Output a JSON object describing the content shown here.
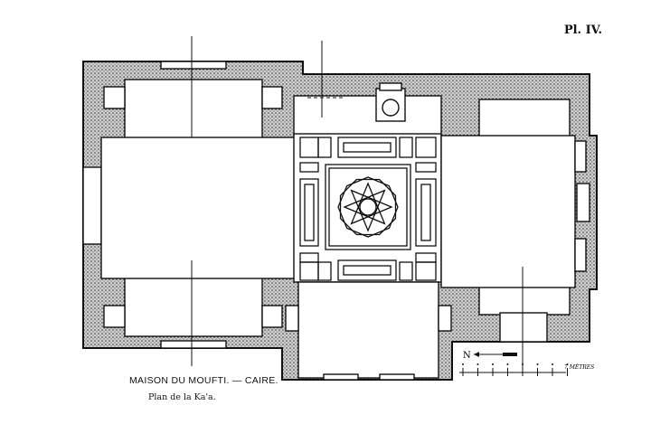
{
  "plate_label": "Pl. IV.",
  "title": "MAISON DU MOUFTI. — CAIRE.",
  "subtitle": "Plan de la Ka'a.",
  "north_label": "N",
  "scale_label": "7 MÈTRES",
  "colors": {
    "ink": "#111111",
    "paper": "#ffffff"
  }
}
